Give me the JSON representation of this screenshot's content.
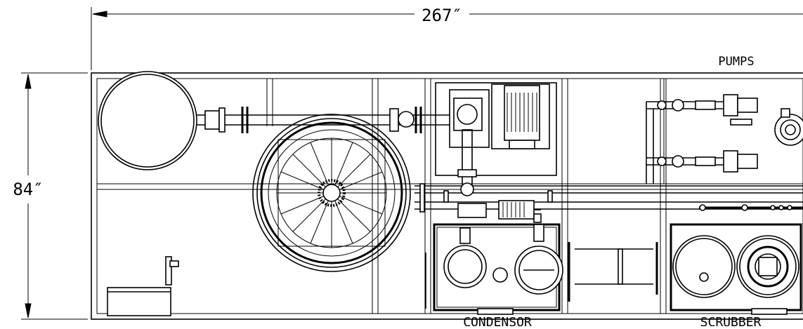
{
  "dimensions": {
    "width_label": "267″",
    "height_label": "84″"
  },
  "labels": {
    "pumps": "PUMPS",
    "condensor": "CONDENSOR",
    "scrubber": "SCRUBBER"
  }
}
